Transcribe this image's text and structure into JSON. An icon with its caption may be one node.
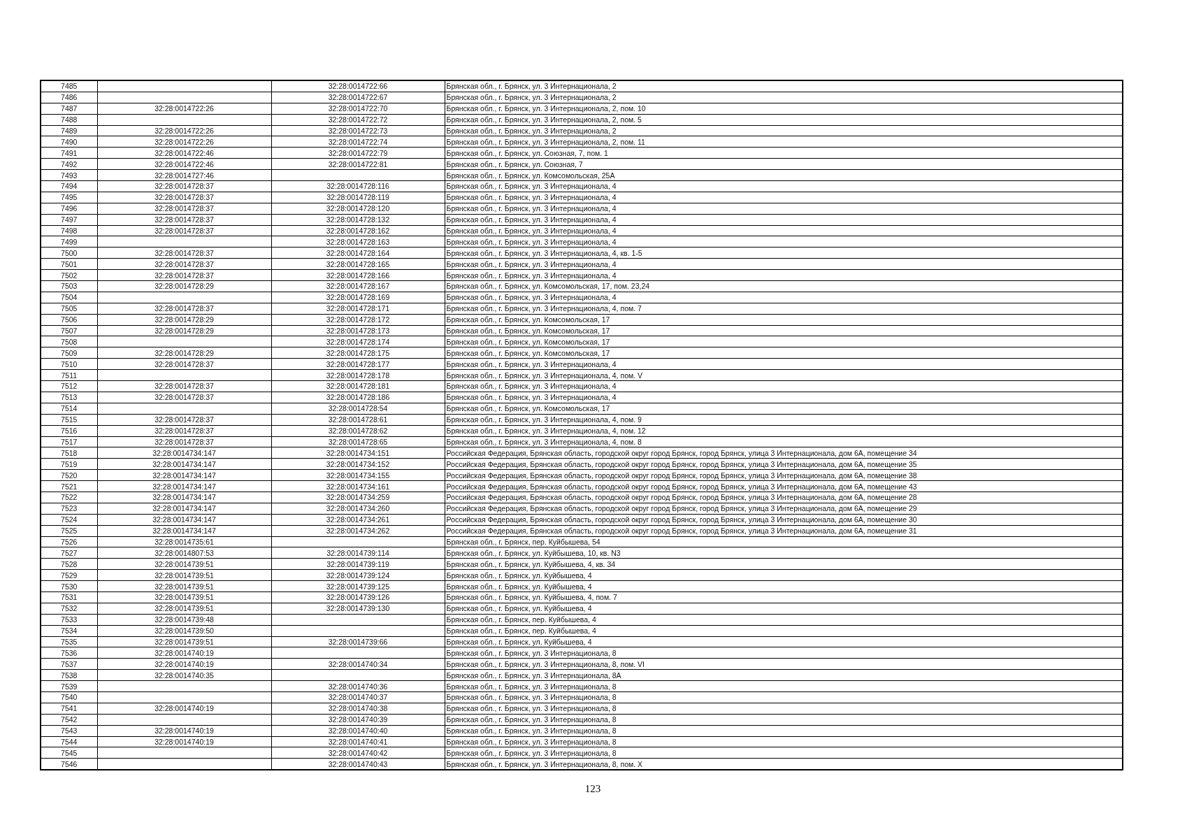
{
  "diagram": {
    "labels": [
      "7485",
      "32:28:0014722:66",
      "Брянская обл., г. Брянск, ул. 3 Интернационала, 2",
      "7486",
      "32:28:0014722:67",
      "Брянская обл., г. Брянск, ул. 3 Интернационала, 2",
      "7487",
      "32:28:0014722:26",
      "32:28:0014722:70",
      "Брянская обл., г. Брянск, ул. 3 Интернационала, 2, пом. 10",
      "7488",
      "32:28:0014722:72",
      "Брянская обл., г. Брянск, ул. 3 Интернационала, 2, пом. 5",
      "7489",
      "32:28:0014722:26",
      "32:28:0014722:73",
      "Брянская обл., г. Брянск, ул. 3 Интернационала, 2",
      "7490",
      "32:28:0014722:26",
      "32:28:0014722:74",
      "Брянская обл., г. Брянск, ул. 3 Интернационала, 2, пом. 11",
      "7491",
      "32:28:0014722:46",
      "32:28:0014722:79",
      "Брянская обл., г. Брянск, ул. Союзная, 7, пом. 1",
      "7492",
      "32:28:0014722:46",
      "32:28:0014722:81",
      "Брянская обл., г. Брянск, ул. Союзная, 7",
      "7493",
      "32:28:0014727:46",
      "Брянская обл., г. Брянск, ул. Комсомольская, 25А",
      "7494",
      "32:28:0014728:37",
      "32:28:0014728:116",
      "Брянская обл., г. Брянск, ул. 3 Интернационала, 4",
      "7495",
      "32:28:0014728:37",
      "32:28:0014728:119",
      "Брянская обл., г. Брянск, ул. 3 Интернационала, 4",
      "7496",
      "32:28:0014728:37",
      "32:28:0014728:120",
      "Брянская обл., г. Брянск, ул. 3 Интернационала, 4",
      "7497",
      "32:28:0014728:37",
      "32:28:0014728:132",
      "Брянская обл., г. Брянск, ул. 3 Интернационала, 4",
      "7498",
      "32:28:0014728:37",
      "32:28:0014728:162",
      "Брянская обл., г. Брянск, ул. 3 Интернационала, 4",
      "7499",
      "32:28:0014728:163",
      "Брянская обл., г. Брянск, ул. 3 Интернационала, 4",
      "7500",
      "32:28:0014728:37",
      "32:28:0014728:164",
      "Брянская обл., г. Брянск, ул. 3 Интернационала, 4, кв. 1-5",
      "7501",
      "32:28:0014728:37",
      "32:28:0014728:165",
      "Брянская обл., г. Брянск, ул. 3 Интернационала, 4",
      "7502",
      "32:28:0014728:37",
      "32:28:0014728:166",
      "Брянская обл., г. Брянск, ул. 3 Интернационала, 4",
      "7503",
      "32:28:0014728:29",
      "32:28:0014728:167",
      "Брянская обл., г. Брянск, ул. Комсомольская, 17, пом. 23,24",
      "7504",
      "32:28:0014728:169",
      "Брянская обл., г. Брянск, ул. 3 Интернационала, 4",
      "7505",
      "32:28:0014728:37",
      "32:28:0014728:171",
      "Брянская обл., г. Брянск, ул. 3 Интернационала, 4, пом. 7",
      "7506",
      "32:28:0014728:29",
      "32:28:0014728:172",
      "Брянская обл., г. Брянск, ул. Комсомольская, 17",
      "7507",
      "32:28:0014728:29",
      "32:28:0014728:173",
      "Брянская обл., г. Брянск, ул. Комсомольская, 17",
      "7508",
      "32:28:0014728:174",
      "Брянская обл., г. Брянск, ул. Комсомольская, 17",
      "7509",
      "32:28:0014728:29",
      "32:28:0014728:175",
      "Брянская обл., г. Брянск, ул. Комсомольская, 17",
      "7510",
      "32:28:0014728:37",
      "32:28:0014728:177",
      "Брянская обл., г. Брянск, ул. 3 Интернационала, 4",
      "7511",
      "32:28:0014728:178",
      "Брянская обл., г. Брянск, ул. 3 Интернационала, 4, пом. V",
      "7512",
      "32:28:0014728:37",
      "32:28:0014728:181",
      "Брянская обл., г. Брянск, ул. 3 Интернационала, 4",
      "7513",
      "32:28:0014728:37",
      "32:28:0014728:186",
      "Брянская обл., г. Брянск, ул. 3 Интернационала, 4",
      "7514",
      "32:28:0014728:54",
      "Брянская обл., г. Брянск, ул. Комсомольская, 17",
      "7515",
      "32:28:0014728:37",
      "32:28:0014728:61",
      "Брянская обл., г. Брянск, ул. 3 Интернационала, 4, пом. 9",
      "7516",
      "32:28:0014728:37",
      "32:28:0014728:62",
      "Брянская обл., г. Брянск, ул. 3 Интернационала, 4, пом. 12",
      "7517",
      "32:28:0014728:37",
      "32:28:0014728:65",
      "Брянская обл., г. Брянск, ул. 3 Интернационала, 4, пом. 8",
      "7518",
      "32:28:0014734:147",
      "32:28:0014734:151",
      "Российская Федерация, Брянская область, городской округ город Брянск, город Брянск, улица 3 Интернационала, дом 6А, помещение 34",
      "7519",
      "32:28:0014734:147",
      "32:28:0014734:152",
      "Российская Федерация, Брянская область, городской округ город Брянск, город Брянск, улица 3 Интернационала, дом 6А, помещение 35",
      "7520",
      "32:28:0014734:147",
      "32:28:0014734:155",
      "Российская Федерация, Брянская область, городской округ город Брянск, город Брянск, улица 3 Интернационала, дом 6А, помещение 38",
      "7521",
      "32:28:0014734:147",
      "32:28:0014734:161",
      "Российская Федерация, Брянская область, городской округ город Брянск, город Брянск, улица 3 Интернационала, дом 6А, помещение 43",
      "7522",
      "32:28:0014734:147",
      "32:28:0014734:259",
      "Российская Федерация, Брянская область, городской округ город Брянск, город Брянск, улица 3 Интернационала, дом 6А, помещение 28",
      "7523",
      "32:28:0014734:147",
      "32:28:0014734:260",
      "Российская Федерация, Брянская область, городской округ город Брянск, город Брянск, улица 3 Интернационала, дом 6А, помещение 29",
      "7524",
      "32:28:0014734:147",
      "32:28:0014734:261",
      "Российская Федерация, Брянская область, городской округ город Брянск, город Брянск, улица 3 Интернационала, дом 6А, помещение 30",
      "7525",
      "32:28:0014734:147",
      "32:28:0014734:262",
      "Российская Федерация, Брянская область, городской округ город Брянск, город Брянск, улица 3 Интернационала, дом 6А, помещение 31",
      "7526",
      "32:28:0014735:61",
      "Брянская обл., г. Брянск, пер. Куйбышева, 54",
      "7527",
      "32:28:0014807:53",
      "32:28:0014739:114",
      "Брянская обл., г. Брянск, ул. Куйбышева, 10, кв. N3",
      "7528",
      "32:28:0014739:51",
      "32:28:0014739:119",
      "Брянская обл., г. Брянск, ул. Куйбышева, 4, кв. 34",
      "7529",
      "32:28:0014739:51",
      "32:28:0014739:124",
      "Брянская обл., г. Брянск, ул. Куйбышева, 4",
      "7530",
      "32:28:0014739:51",
      "32:28:0014739:125",
      "Брянская обл., г. Брянск, ул. Куйбышева, 4",
      "7531",
      "32:28:0014739:51",
      "32:28:0014739:126",
      "Брянская обл., г. Брянск, ул. Куйбышева, 4, пом. 7",
      "7532",
      "32:28:0014739:51",
      "32:28:0014739:130",
      "Брянская обл., г. Брянск, ул. Куйбышева, 4",
      "7533",
      "32:28:0014739:48",
      "Брянская обл., г. Брянск, пер. Куйбышева, 4",
      "7534",
      "32:28:0014739:50",
      "Брянская обл., г. Брянск, пер. Куйбышева, 4",
      "7535",
      "32:28:0014739:51",
      "32:28:0014739:66",
      "Брянская обл., г. Брянск, ул. Куйбышева, 4",
      "7536",
      "32:28:0014740:19",
      "Брянская обл., г. Брянск, ул. 3 Интернационала, 8",
      "7537",
      "32:28:0014740:19",
      "32:28:0014740:34",
      "Брянская обл., г. Брянск, ул. 3 Интернационала, 8, пом. VI",
      "7538",
      "32:28:0014740:35",
      "Брянская обл., г. Брянск, ул. 3 Интернационала, 8А",
      "7539",
      "32:28:0014740:36",
      "Брянская обл., г. Брянск, ул. 3 Интернационала, 8",
      "7540",
      "32:28:0014740:37",
      "Брянская обл., г. Брянск, ул. 3 Интернационала, 8",
      "7541",
      "32:28:0014740:19",
      "32:28:0014740:38",
      "Брянская обл., г. Брянск, ул. 3 Интернационала, 8",
      "7542",
      "32:28:0014740:39",
      "Брянская обл., г. Брянск, ул. 3 Интернационала, 8",
      "7543",
      "32:28:0014740:19",
      "32:28:0014740:40",
      "Брянская обл., г. Брянск, ул. 3 Интернационала, 8",
      "7544",
      "32:28:0014740:19",
      "32:28:0014740:41",
      "Брянская обл., г. Брянск, ул. 3 Интернационала, 8",
      "7545",
      "32:28:0014740:42",
      "Брянская обл., г. Брянск, ул. 3 Интернационала, 8",
      "7546",
      "32:28:0014740:43",
      "Брянская обл., г. Брянск, ул. 3 Интернационала, 8, пом. X",
      "123"
    ]
  }
}
